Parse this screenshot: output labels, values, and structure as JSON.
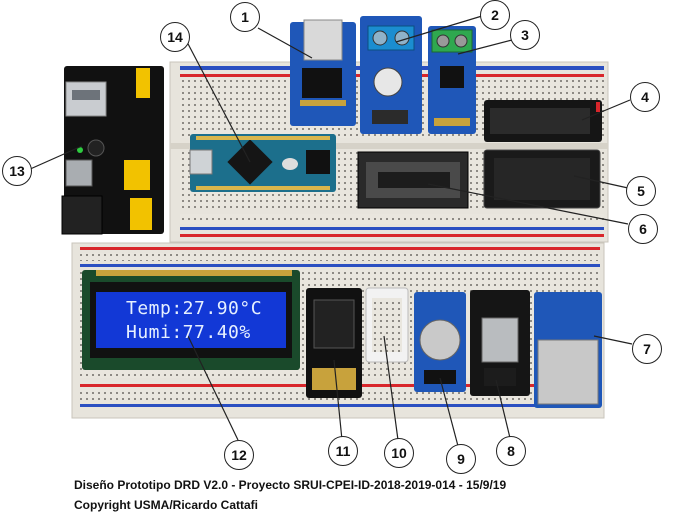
{
  "lcd": {
    "line1": "Temp:27.90°C",
    "line2": "Humi:77.40%"
  },
  "callouts": [
    "1",
    "2",
    "3",
    "4",
    "5",
    "6",
    "7",
    "8",
    "9",
    "10",
    "11",
    "12",
    "13",
    "14"
  ],
  "caption": {
    "line1": "Diseño Prototipo DRD V2.0 - Proyecto SRUI-CPEI-ID-2018-2019-014 - 15/9/19",
    "line2": "Copyright USMA/Ricardo Cattafi"
  },
  "colors": {
    "breadboard": "#e9e6de",
    "rail_red": "#d8262b",
    "rail_blue": "#2a4fc1",
    "pcb_blue": "#1f57b8",
    "pcb_nano": "#1c6f8c",
    "pcb_black": "#1b1b1b",
    "lcd_back": "#1238d6"
  }
}
